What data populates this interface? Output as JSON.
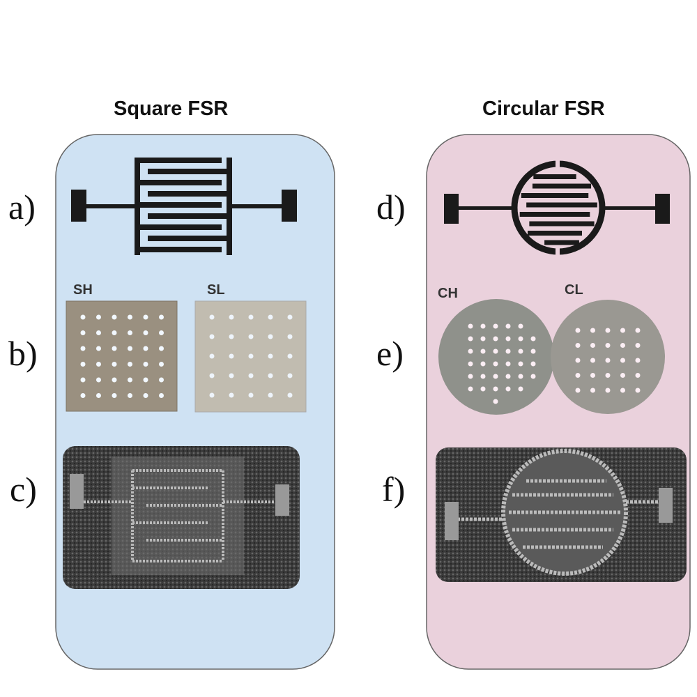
{
  "left_panel": {
    "title": "Square FSR",
    "labels": [
      "a)",
      "b)",
      "c)"
    ],
    "samples": [
      "SH",
      "SL"
    ],
    "color": "#cfe2f3"
  },
  "right_panel": {
    "title": "Circular FSR",
    "labels": [
      "d)",
      "e)",
      "f)"
    ],
    "samples": [
      "CH",
      "CL"
    ],
    "color": "#ead1dc"
  }
}
